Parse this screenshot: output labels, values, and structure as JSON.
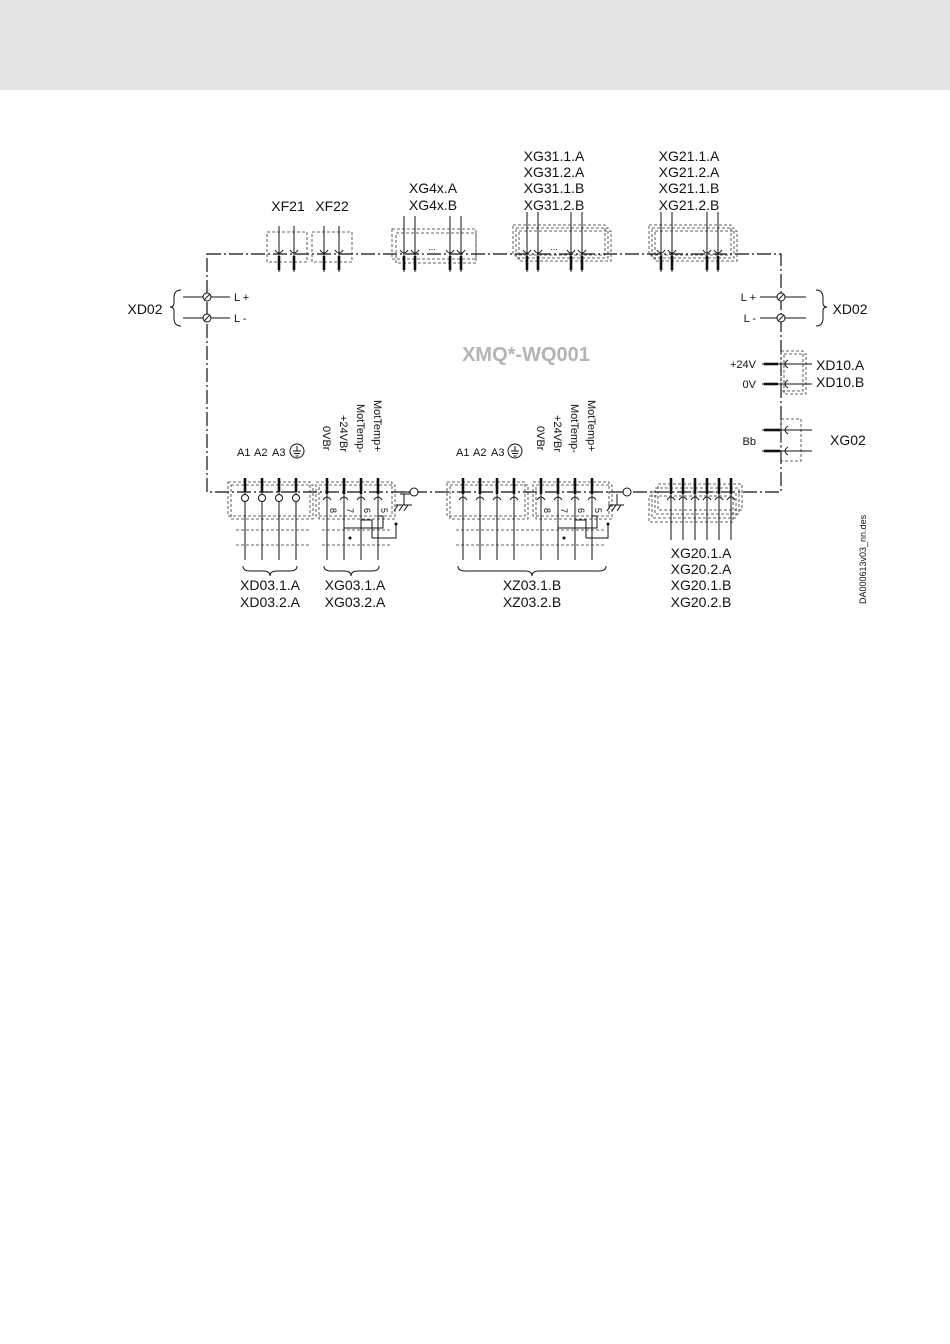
{
  "module_title": "XMQ*-WQ001",
  "drawing_id": "DA000613v03_nn.des",
  "top_connectors": {
    "xf21": "XF21",
    "xf22": "XF22",
    "xg4x": [
      "XG4x.A",
      "XG4x.B"
    ],
    "xg31": [
      "XG31.1.A",
      "XG31.2.A",
      "XG31.1.B",
      "XG31.2.B"
    ],
    "xg21": [
      "XG21.1.A",
      "XG21.2.A",
      "XG21.1.B",
      "XG21.2.B"
    ]
  },
  "left_side": {
    "name": "XD02",
    "pins": [
      "L +",
      "L -"
    ]
  },
  "right_side": {
    "xd02": {
      "name": "XD02",
      "pins": [
        "L +",
        "L -"
      ]
    },
    "xd10": {
      "names": [
        "XD10.A",
        "XD10.B"
      ],
      "pins": [
        "+24V",
        "0V"
      ]
    },
    "xg02": {
      "name": "XG02",
      "pin": "Bb"
    }
  },
  "bottom_groups": {
    "xd03": {
      "pins": [
        "A1",
        "A2",
        "A3"
      ],
      "names": [
        "XD03.1.A",
        "XD03.2.A"
      ]
    },
    "xg03": {
      "pins": [
        "0VBr",
        "+24VBr",
        "MotTemp-",
        "MotTemp+"
      ],
      "numbers": [
        "8",
        "7",
        "6",
        "5"
      ],
      "names": [
        "XG03.1.A",
        "XG03.2.A"
      ]
    },
    "xz03": {
      "pins": [
        "A1",
        "A2",
        "A3"
      ],
      "vertical_pins": [
        "0VBr",
        "+24VBr",
        "MotTemp-",
        "MotTemp+"
      ],
      "numbers": [
        "8",
        "7",
        "6",
        "5"
      ],
      "names": [
        "XZ03.1.B",
        "XZ03.2.B"
      ]
    },
    "xg20": {
      "names": [
        "XG20.1.A",
        "XG20.2.A",
        "XG20.1.B",
        "XG20.2.B"
      ]
    }
  },
  "dots": "..."
}
